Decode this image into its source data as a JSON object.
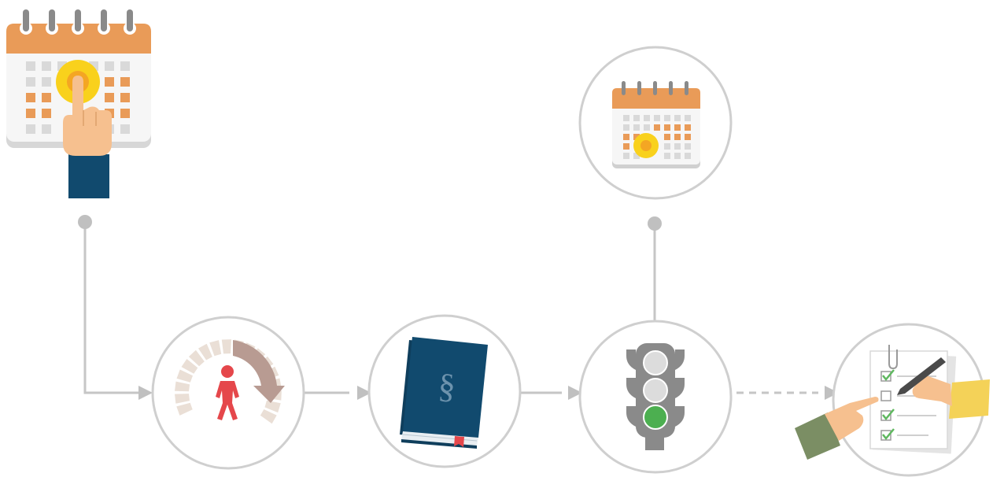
{
  "diagram": {
    "type": "process-flow",
    "steps": [
      {
        "icon": "calendar-hand-icon",
        "meaning": "select-date"
      },
      {
        "icon": "rotating-person-icon",
        "meaning": "cycle"
      },
      {
        "icon": "law-book-icon",
        "meaning": "regulation",
        "symbol": "§"
      },
      {
        "icon": "traffic-light-icon",
        "meaning": "approval",
        "active_light": "green"
      },
      {
        "icon": "calendar-icon",
        "meaning": "scheduled-date"
      },
      {
        "icon": "checklist-signing-icon",
        "meaning": "sign-off"
      }
    ],
    "colors": {
      "line": "#c6c6c6",
      "circle_border": "#cfcfcf",
      "calendar_orange": "#e99b58",
      "highlight_yellow": "#f9d11c",
      "book_blue": "#114a6e",
      "person_red": "#e5474b",
      "arrow_brown": "#b89b92",
      "traffic_gray": "#8a8a8a",
      "traffic_green": "#4caf50",
      "sleeve_green": "#7b8e64",
      "sleeve_yellow": "#f4d258",
      "skin": "#f6c08f"
    }
  }
}
